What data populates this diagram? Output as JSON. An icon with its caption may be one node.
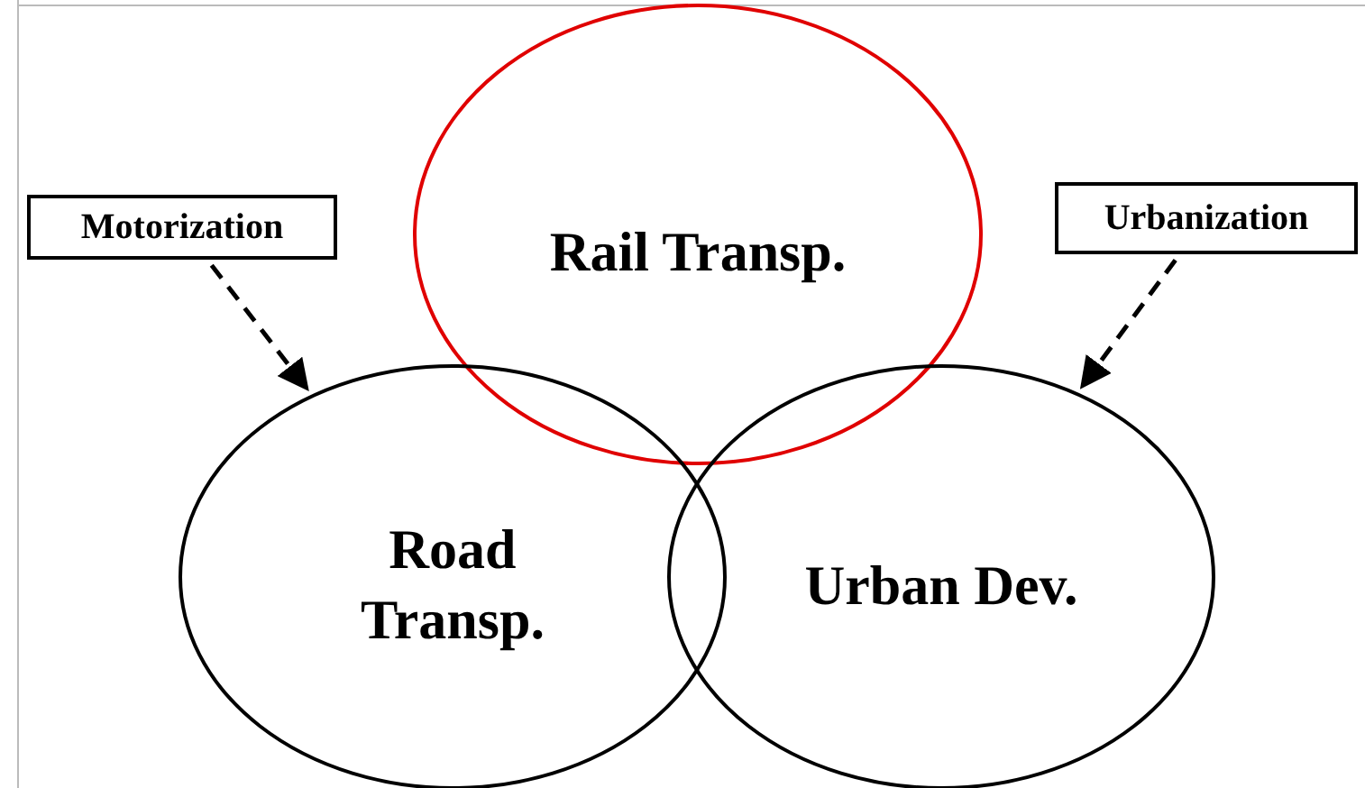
{
  "diagram": {
    "nodes": [
      {
        "text": [
          "Motorization"
        ]
      },
      {
        "text": [
          "Rail Transp."
        ]
      },
      {
        "text": [
          "Urbanization"
        ]
      },
      {
        "text": [
          "Road Transp."
        ]
      },
      {
        "text": [
          "Urban Dev."
        ]
      }
    ],
    "edges": [
      {
        "from": 0,
        "to": 3,
        "arrow": "to",
        "style": "dashed"
      },
      {
        "from": 2,
        "to": 4,
        "arrow": "to",
        "style": "dashed"
      }
    ]
  }
}
